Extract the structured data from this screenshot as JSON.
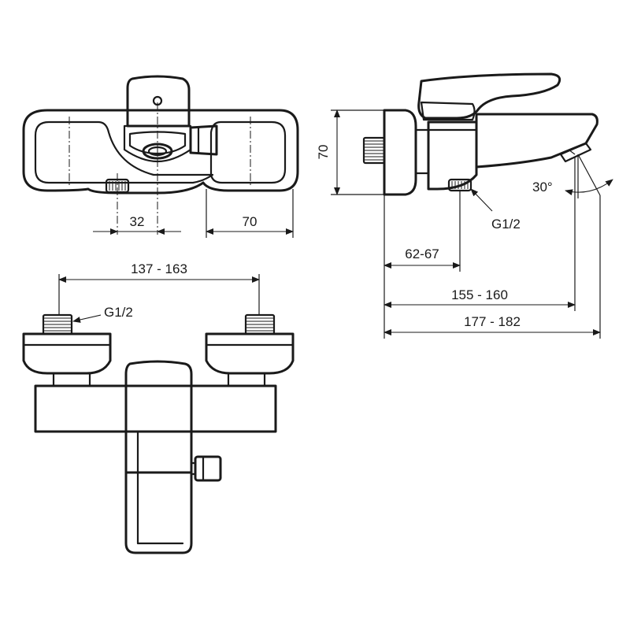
{
  "top_view": {
    "dim_inlet_spacing": "32",
    "dim_width": "70"
  },
  "side_view": {
    "dim_height": "70",
    "dim_inlet_depth": "62-67",
    "dim_spout_reach": "155 - 160",
    "dim_total_depth": "177 - 182",
    "angle": "30°",
    "thread": "G1/2"
  },
  "front_view": {
    "dim_center_distance": "137 - 163",
    "thread": "G1/2"
  }
}
